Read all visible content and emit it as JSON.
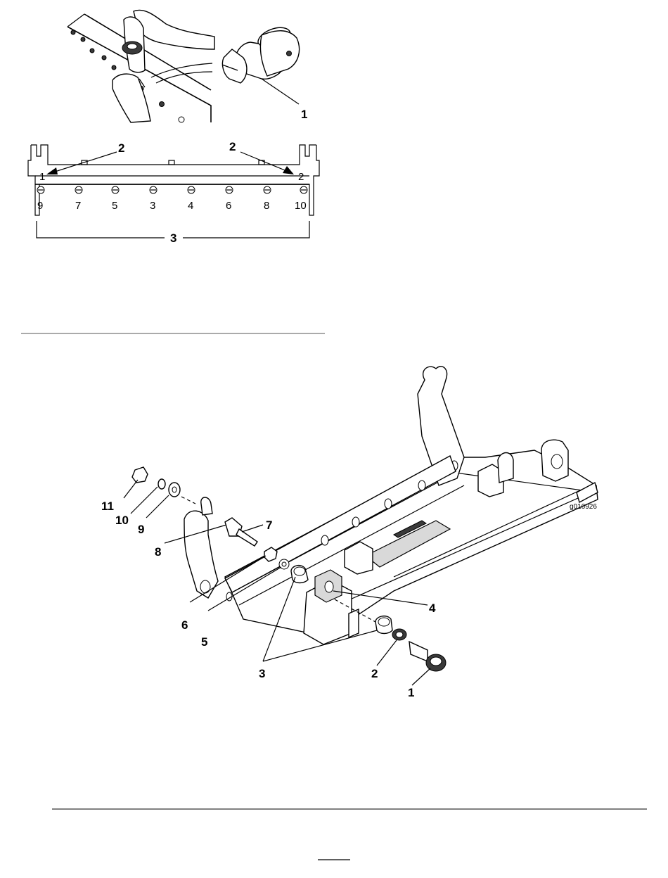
{
  "figure_top": {
    "callouts": [
      "1",
      "2",
      "2",
      "3"
    ],
    "sequence_top": [
      "1",
      "2"
    ],
    "sequence_bottom": [
      "9",
      "7",
      "5",
      "3",
      "4",
      "6",
      "8",
      "10"
    ]
  },
  "figure_bottom": {
    "callouts": [
      "1",
      "2",
      "3",
      "4",
      "5",
      "6",
      "7",
      "8",
      "9",
      "10",
      "11"
    ],
    "figure_id": "g016926"
  }
}
